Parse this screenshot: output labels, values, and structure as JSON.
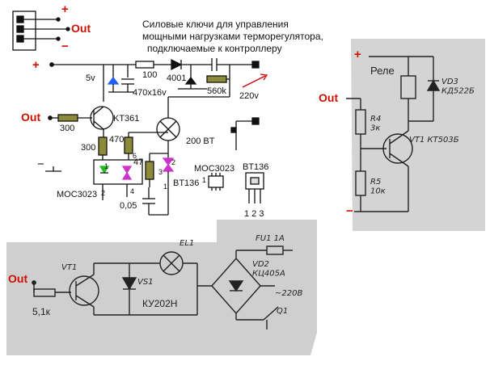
{
  "colors": {
    "wire": "#111111",
    "resistor": "#8b8b3a",
    "led_green": "#22bb22",
    "triac_magenta": "#cc33cc",
    "label_red": "#cc1100",
    "scan_gray": "#cdcdcd",
    "scan_dark": "#333333"
  },
  "top": {
    "title": [
      "Силовые ключи для управления",
      "мощными нагрузками терморегулятора,",
      "подключаемые к контроллеру"
    ],
    "connector": {
      "plus": "+",
      "out": "Out",
      "minus": "−"
    },
    "supply_plus": "+",
    "voltage_5v": "5v",
    "r_top": "100",
    "diode": "4001",
    "cap_top": "470x16v",
    "r_560k": "560k",
    "mains_220": "220v",
    "out_label": "Out",
    "r_base": "300",
    "transistor": "KT361",
    "r_led": "300",
    "r_gate": "470",
    "r_47": "47",
    "lamp": "200 BT",
    "optocoupler": "MOC3023",
    "cap_005": "0,05",
    "triac": "BT136",
    "minus": "−",
    "pins": {
      "p1": "1",
      "p2": "2",
      "p4": "4",
      "p6": "6",
      "t1": "1",
      "t2": "2",
      "t3": "3"
    },
    "pkg_moc": {
      "label": "MOC3023",
      "pin": "1"
    },
    "pkg_bt": {
      "label": "BT136",
      "pins": "1 2 3"
    }
  },
  "right": {
    "plus": "+",
    "relay": "Реле",
    "out_label": "Out",
    "diode": "VD3\nКД522Б",
    "r4": "R4\n3к",
    "transistor": "VT1 КТ503Б",
    "r5": "R5\n10к",
    "minus": "−"
  },
  "bottom": {
    "out_label": "Out",
    "vt1": "VT1",
    "resistor": "5,1к",
    "vs1": "VS1",
    "thyristor": "КУ202Н",
    "el1": "EL1",
    "fu1": "FU1 1A",
    "vd2": "VD2\nКЦ405А",
    "mains": "~220В",
    "q1": "Q1"
  }
}
